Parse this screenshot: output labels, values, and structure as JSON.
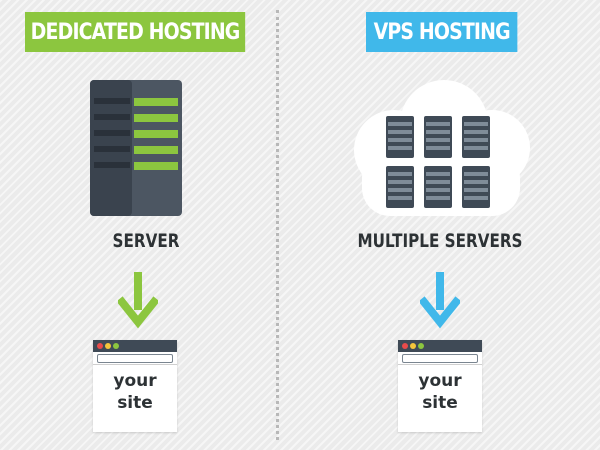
{
  "dedicated": {
    "title": "DEDICATED HOSTING",
    "caption": "SERVER",
    "site_text_line1": "your",
    "site_text_line2": "site"
  },
  "vps": {
    "title": "VPS HOSTING",
    "caption": "MULTIPLE SERVERS",
    "site_text_line1": "your",
    "site_text_line2": "site"
  },
  "colors": {
    "dedicated_accent": "#8cc63f",
    "vps_accent": "#40b8ea",
    "server_dark": "#3f4a56",
    "text_dark": "#2d3235"
  },
  "icons": {
    "dedicated_server": "server-tower-icon",
    "vps_cloud": "cloud-servers-icon",
    "dedicated_arrow": "arrow-down-icon",
    "vps_arrow": "arrow-down-icon",
    "site_window": "browser-window-icon"
  }
}
